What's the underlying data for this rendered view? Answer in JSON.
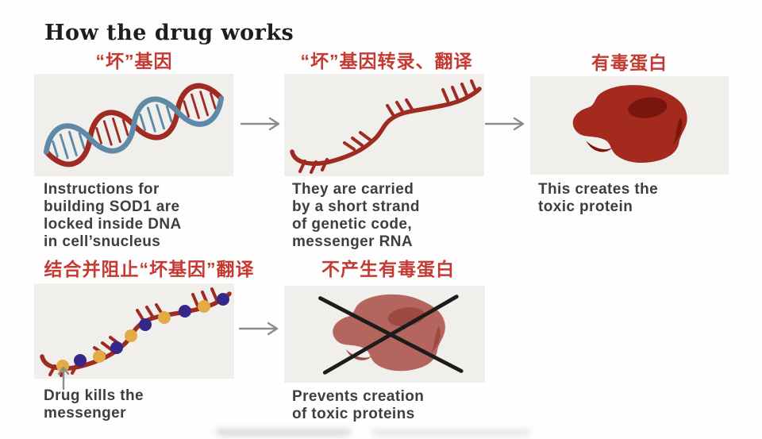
{
  "title": "How the drug works",
  "colors": {
    "label_red": "#c43a32",
    "panel_bg": "#f1efec",
    "caption_gray": "#3f3e3c",
    "title_black": "#1e1d1b",
    "arrow_gray": "#8c8c8c",
    "helix_red": "#9f2b23",
    "helix_blue": "#5e8aa8",
    "strand_red": "#9e2b21",
    "protein_red": "#a52a1e",
    "protein_dark": "#7a150e",
    "protein_muted": "#b4655e",
    "protein_muted_dark": "#9c4a42",
    "drug_yellow": "#e2ab45",
    "drug_purple": "#36278b",
    "cross_black": "#1c1c1c"
  },
  "icons": {
    "flow_arrow": "right-arrow",
    "drug_pointer_arrow": "up-arrow"
  },
  "steps": [
    {
      "id": "bad-gene",
      "label_zh": "“坏”基因",
      "caption": "Instructions for\nbuilding SOD1 are\nlocked inside DNA\nin cell’snucleus",
      "illustration": "dna-double-helix"
    },
    {
      "id": "bad-gene-transcribed",
      "label_zh": "“坏”基因转录、翻译",
      "caption": "They are carried\nby a short strand\nof genetic code,\nmessenger RNA",
      "illustration": "mrna-strand"
    },
    {
      "id": "toxic-protein",
      "label_zh": "有毒蛋白",
      "caption": "This creates the\ntoxic protein",
      "illustration": "toxic-protein-blob"
    },
    {
      "id": "drug-binds-gene",
      "label_zh": "结合并阻止“坏基因”翻译",
      "caption": "Drug kills the\nmessenger",
      "illustration": "drug-bound-mrna"
    },
    {
      "id": "no-toxic-protein",
      "label_zh": "不产生有毒蛋白",
      "caption": "Prevents creation\nof toxic proteins",
      "illustration": "crossed-out-protein"
    }
  ]
}
